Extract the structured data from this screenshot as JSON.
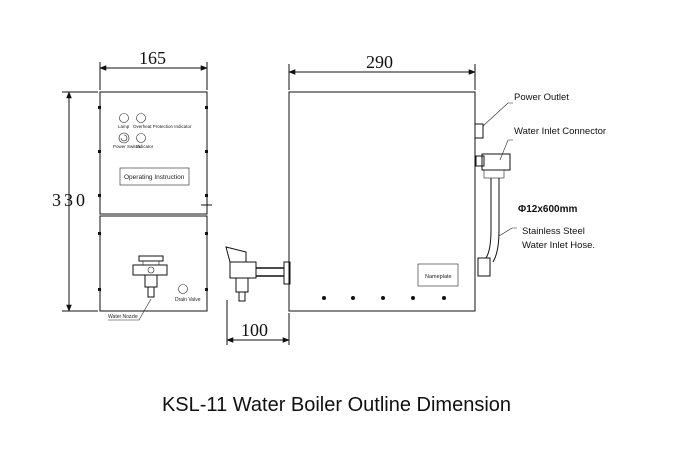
{
  "dimensions": {
    "front_width": "165",
    "height": "330",
    "side_width": "290",
    "tap_offset": "100"
  },
  "front_panel": {
    "lamp_labels": [
      "Lamp",
      "Overheat Protection Indicator",
      "Power Switch",
      "Indicator"
    ],
    "operating_instruction": "Operating Instruction",
    "drain_valve": "Drain Valve",
    "water_nozzle": "Water Nozzle"
  },
  "side_view": {
    "nameplate": "Nameplate",
    "power_outlet": "Power Outlet",
    "water_inlet_connector": "Water Inlet Connector",
    "hose_size": "Φ12x600mm",
    "hose_line1": "Stainless Steel",
    "hose_line2": "Water Inlet Hose."
  },
  "caption": "KSL-11 Water Boiler Outline Dimension"
}
